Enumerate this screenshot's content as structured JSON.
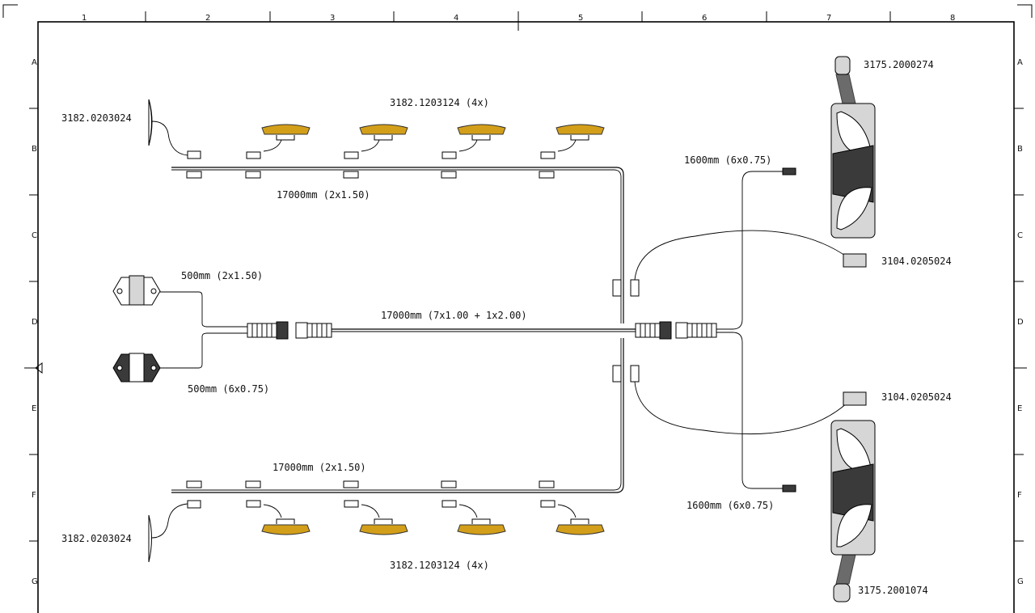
{
  "frame": {
    "col_labels": [
      "1",
      "2",
      "3",
      "4",
      "5",
      "6",
      "7",
      "8"
    ],
    "row_labels": [
      "A",
      "B",
      "C",
      "D",
      "E",
      "F",
      "G"
    ]
  },
  "labels": {
    "clearance_light_top": "3182.0203024",
    "clearance_light_bottom": "3182.0203024",
    "side_markers_top": "3182.1203124 (4x)",
    "side_markers_bottom": "3182.1203124 (4x)",
    "cable_top": "17000mm (2x1.50)",
    "cable_bottom": "17000mm (2x1.50)",
    "socket_top_cable": "500mm (2x1.50)",
    "socket_bottom_cable": "500mm (6x0.75)",
    "main_cable": "17000mm (7x1.00 + 1x2.00)",
    "rear_cable_top": "1600mm (6x0.75)",
    "rear_cable_bottom": "1600mm (6x0.75)",
    "rear_lamp_top": "3175.2000274",
    "rear_lamp_bottom": "3175.2001074",
    "plate_light_top": "3104.0205024",
    "plate_light_bottom": "3104.0205024"
  },
  "colors": {
    "amber_marker": "#d39f1a",
    "lamp_housing": "#d6d6d6",
    "dark_socket": "#3a3a3a"
  }
}
